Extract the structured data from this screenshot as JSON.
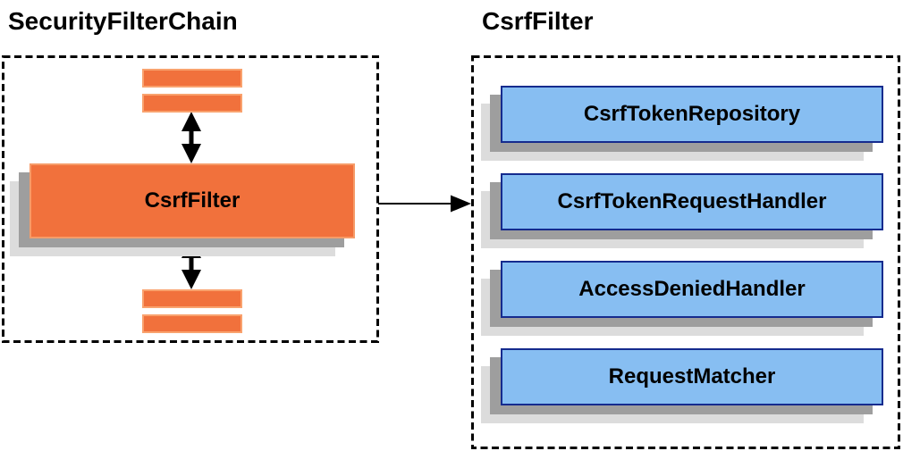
{
  "left_panel": {
    "title": "SecurityFilterChain",
    "csrf_filter_label": "CsrfFilter"
  },
  "right_panel": {
    "title": "CsrfFilter",
    "components": [
      {
        "label": "CsrfTokenRepository"
      },
      {
        "label": "CsrfTokenRequestHandler"
      },
      {
        "label": "AccessDeniedHandler"
      },
      {
        "label": "RequestMatcher"
      }
    ]
  },
  "colors": {
    "orange_fill": "#F1713C",
    "orange_border": "#F9A26E",
    "blue_fill": "#87BEF2",
    "blue_border": "#152B8E",
    "shadow_dark": "#9E9E9E",
    "shadow_light": "#DCDCDC",
    "line": "#000000",
    "text": "#000000",
    "background": "#FFFFFF"
  }
}
